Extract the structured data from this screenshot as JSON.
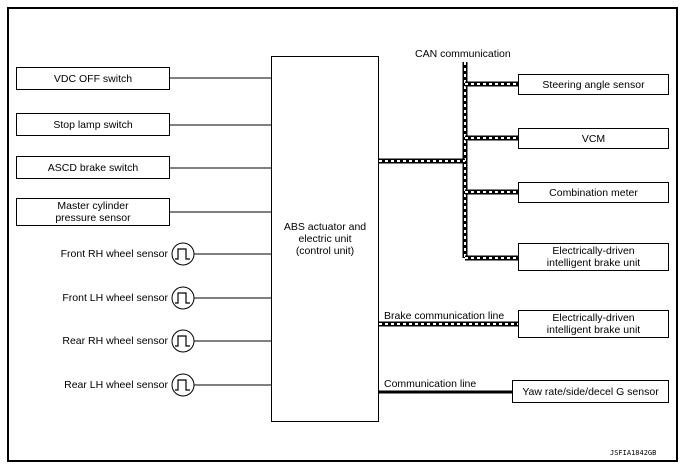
{
  "left_boxes": [
    {
      "label": "VDC OFF switch"
    },
    {
      "label": "Stop lamp switch"
    },
    {
      "label": "ASCD brake switch"
    },
    {
      "label": "Master cylinder\npressure sensor"
    }
  ],
  "wheel_sensors": [
    {
      "label": "Front RH wheel sensor"
    },
    {
      "label": "Front LH wheel sensor"
    },
    {
      "label": "Rear RH wheel sensor"
    },
    {
      "label": "Rear LH wheel sensor"
    }
  ],
  "center_unit": {
    "label": "ABS actuator and\nelectric unit\n(control unit)"
  },
  "can": {
    "label": "CAN communication"
  },
  "can_nodes": [
    {
      "label": "Steering angle sensor"
    },
    {
      "label": "VCM"
    },
    {
      "label": "Combination meter"
    },
    {
      "label": "Electrically-driven\nintelligent brake unit"
    }
  ],
  "brake_line": {
    "label": "Brake communication line",
    "node": "Electrically-driven\nintelligent brake unit"
  },
  "comm_line": {
    "label": "Communication line",
    "node": "Yaw rate/side/decel G sensor"
  },
  "figure_code": "JSFIA1842GB"
}
